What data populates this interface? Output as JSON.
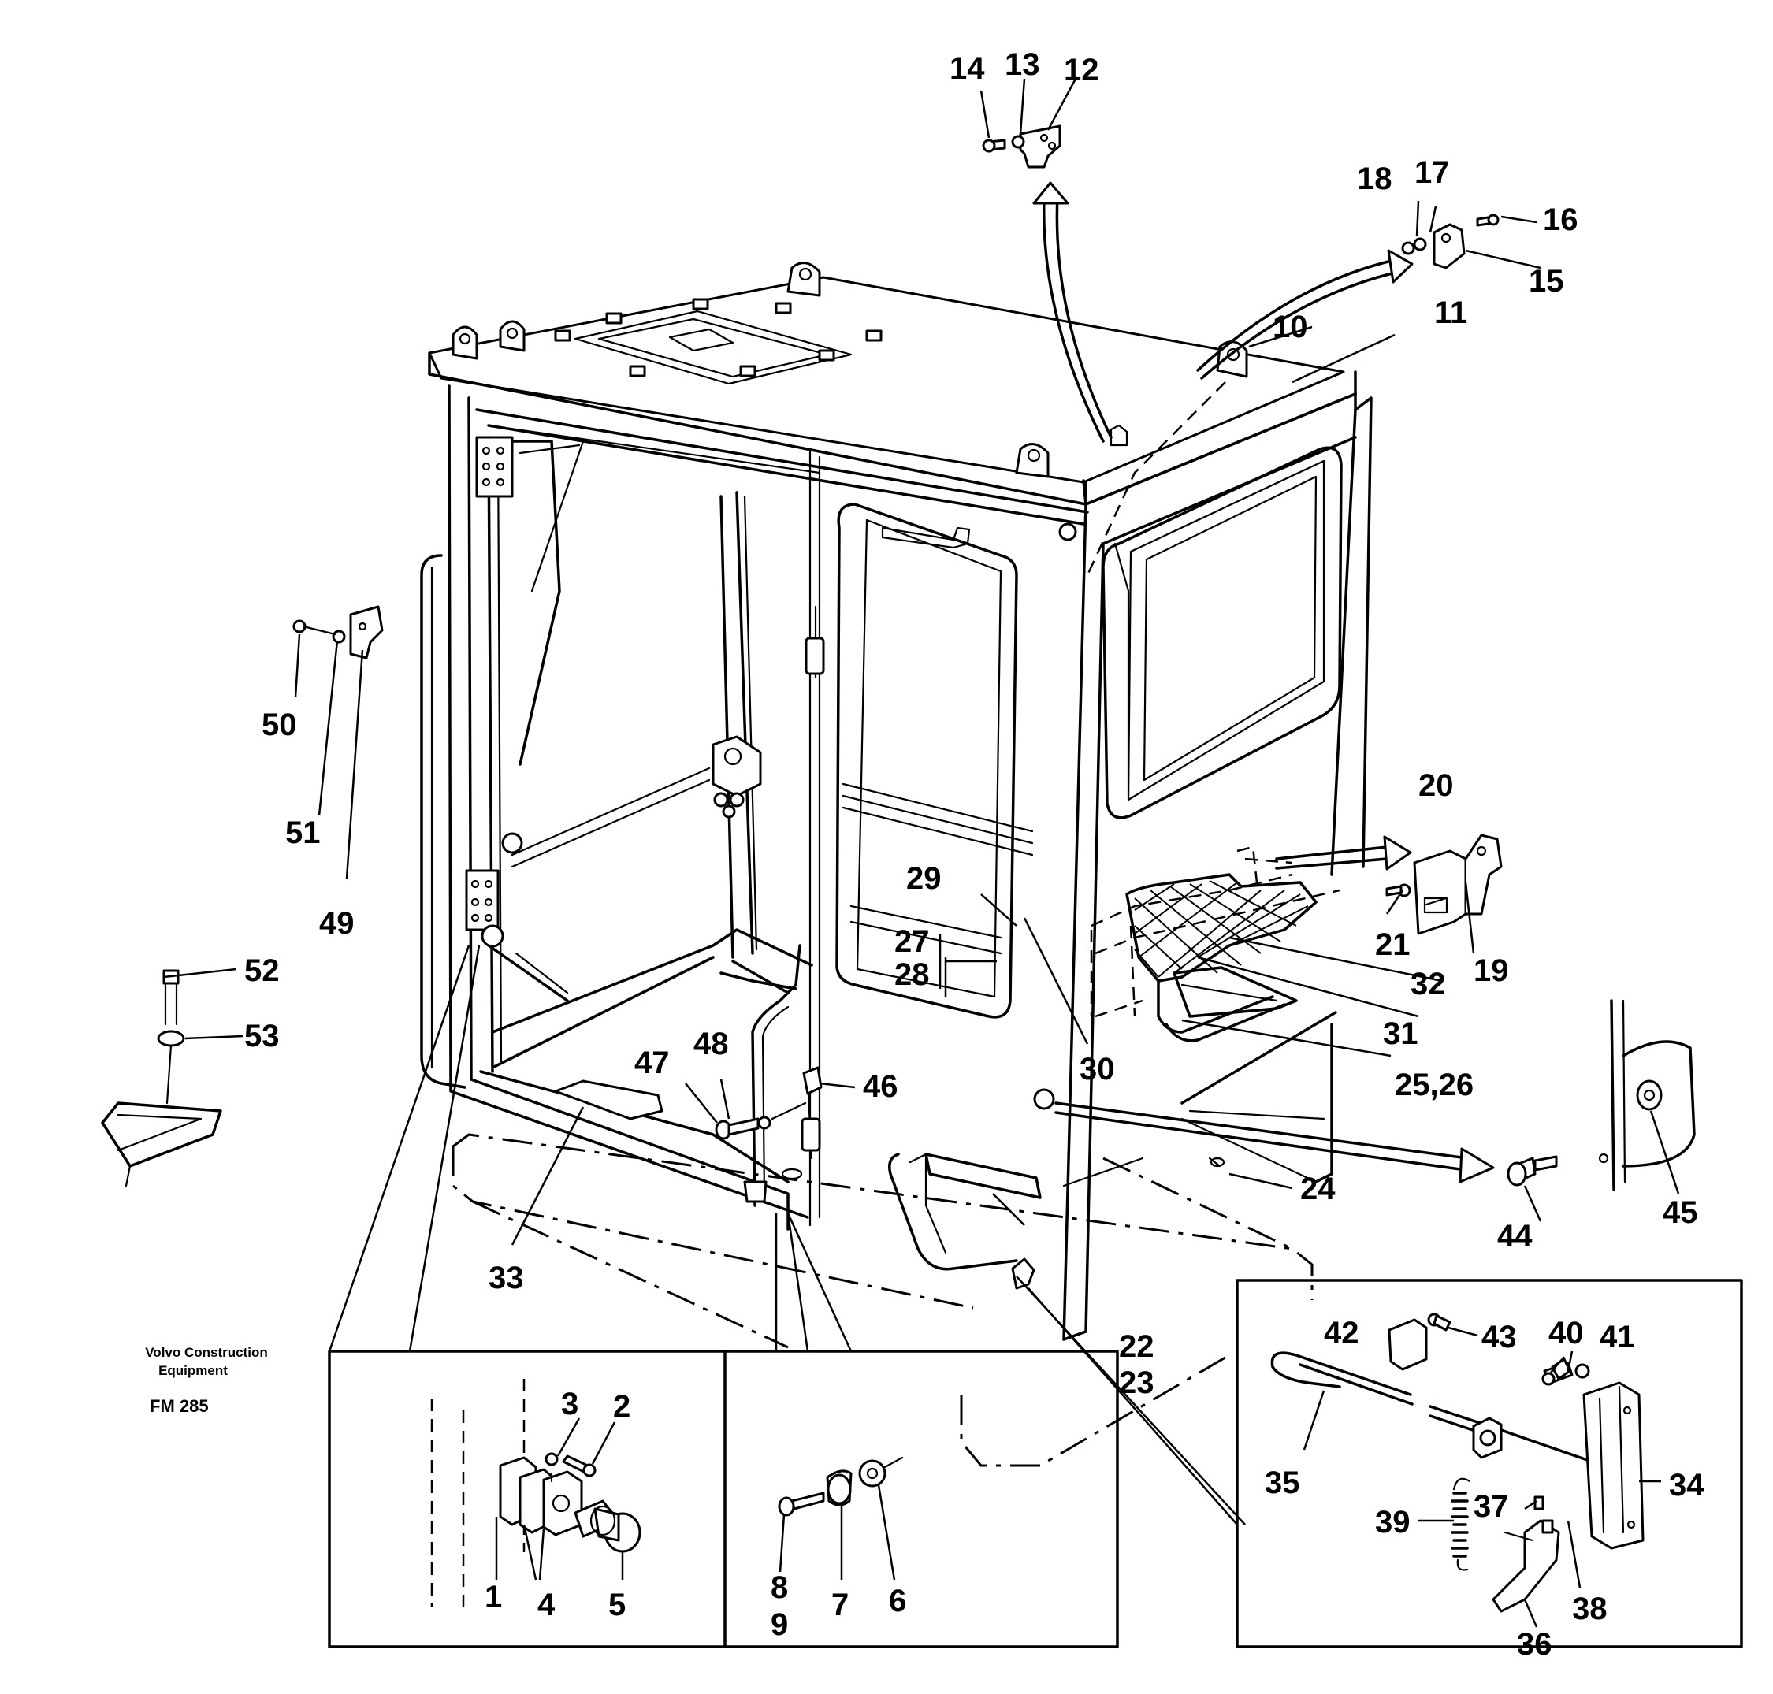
{
  "drawing": {
    "publisher_line1": "Volvo Construction",
    "publisher_line2": "Equipment",
    "code": "FM 285"
  },
  "labels": {
    "n1": "1",
    "n2": "2",
    "n3": "3",
    "n4": "4",
    "n5": "5",
    "n6": "6",
    "n7": "7",
    "n8": "8",
    "n9": "9",
    "n10": "10",
    "n11": "11",
    "n12": "12",
    "n13": "13",
    "n14": "14",
    "n15": "15",
    "n16": "16",
    "n17": "17",
    "n18": "18",
    "n19": "19",
    "n20": "20",
    "n21": "21",
    "n2223a": "22",
    "n2223b": "23",
    "n24": "24",
    "n2526": "25,26",
    "n2728a": "27",
    "n2728b": "28",
    "n29": "29",
    "n30": "30",
    "n31": "31",
    "n32": "32",
    "n33": "33",
    "n34": "34",
    "n35": "35",
    "n36": "36",
    "n37": "37",
    "n38": "38",
    "n39": "39",
    "n40": "40",
    "n41": "41",
    "n42": "42",
    "n43": "43",
    "n44": "44",
    "n45": "45",
    "n46": "46",
    "n47": "47",
    "n48": "48",
    "n49": "49",
    "n50": "50",
    "n51": "51",
    "n52": "52",
    "n53": "53"
  }
}
